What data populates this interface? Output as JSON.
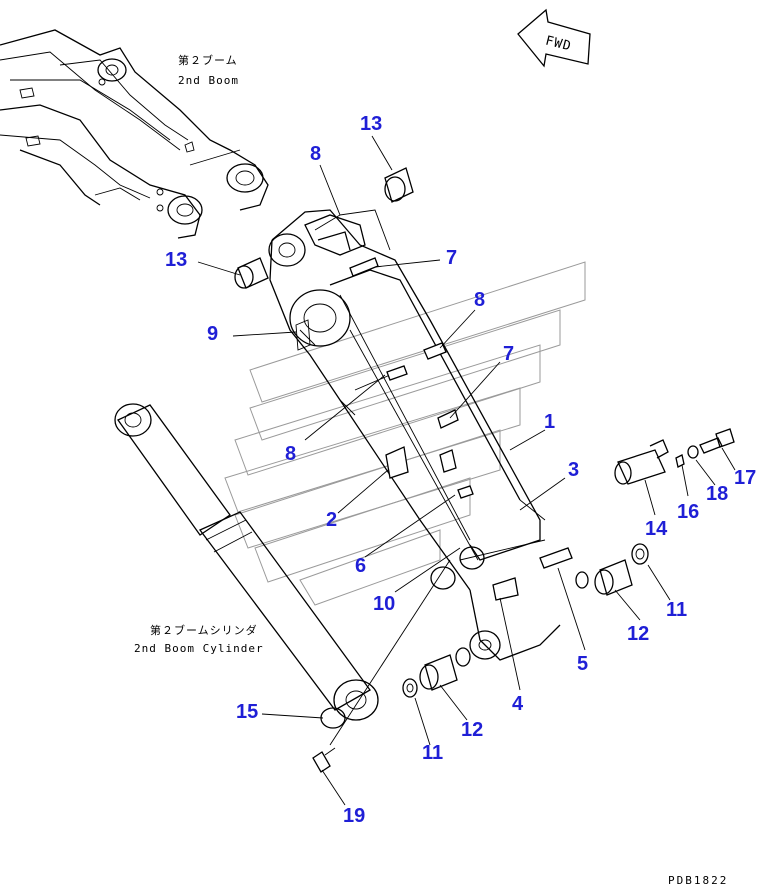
{
  "direction_sign": "FWD",
  "captions": {
    "boom_jp": "第２ブーム",
    "boom_en": "2nd Boom",
    "cylinder_jp": "第２ブームシリンダ",
    "cylinder_en": "2nd Boom Cylinder"
  },
  "drawing_code": "PDB1822",
  "callouts": [
    "13",
    "8",
    "13",
    "7",
    "9",
    "8",
    "7",
    "1",
    "8",
    "3",
    "17",
    "18",
    "16",
    "2",
    "14",
    "6",
    "10",
    "11",
    "12",
    "5",
    "4",
    "15",
    "12",
    "11",
    "19"
  ],
  "colors": {
    "callout": "#1f1fd6",
    "line": "#000000",
    "watermark": "#9a9a9a"
  }
}
